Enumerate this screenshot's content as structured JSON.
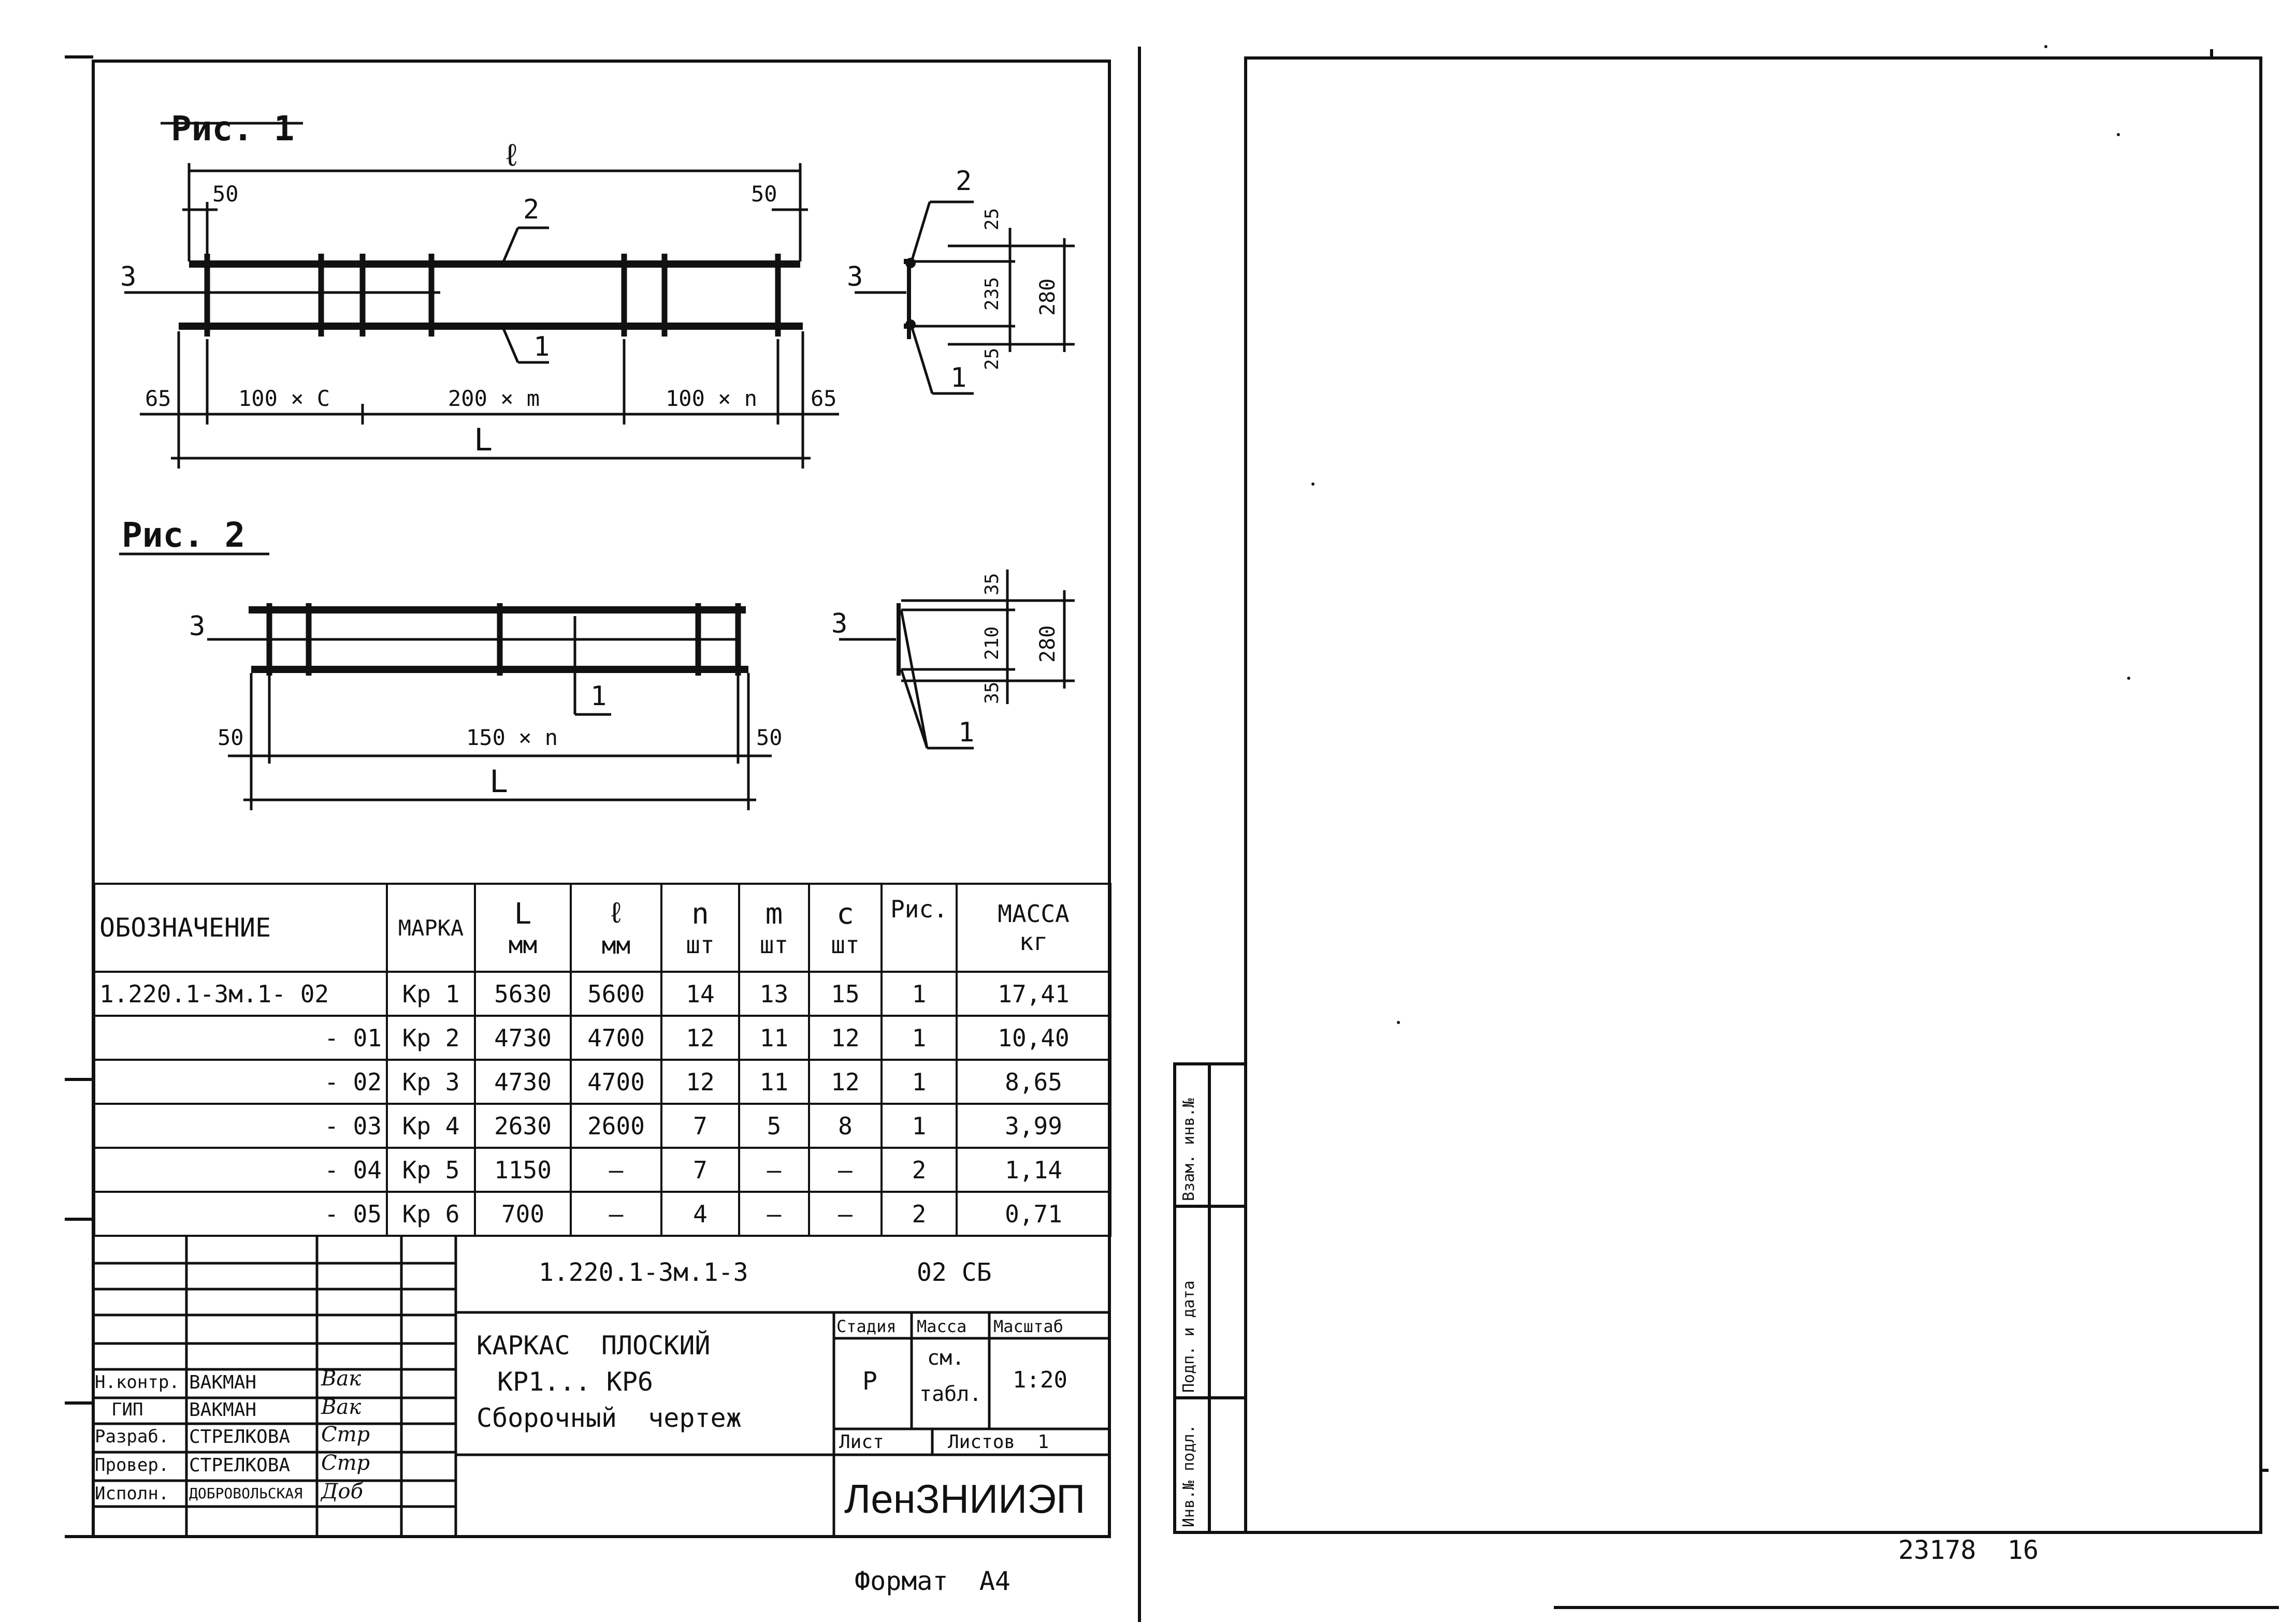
{
  "fig1": {
    "title": "Рис. 1",
    "dim_l": "ℓ",
    "dim_50_left": "50",
    "dim_50_right": "50",
    "pos_2": "2",
    "pos_3": "3",
    "pos_1": "1",
    "dim_65_left": "65",
    "dim_100c": "100 × С",
    "dim_200m": "200 × m",
    "dim_100n": "100 × n",
    "dim_65_right": "65",
    "dim_L": "L",
    "sec_pos_2": "2",
    "sec_pos_3": "3",
    "sec_pos_1": "1",
    "sec_25_top": "25",
    "sec_235": "235",
    "sec_25_bot": "25",
    "sec_280": "280"
  },
  "fig2": {
    "title": "Рис. 2",
    "pos_3": "3",
    "pos_1": "1",
    "dim_50_left": "50",
    "dim_150n": "150 × n",
    "dim_50_right": "50",
    "dim_L": "L",
    "sec_pos_3": "3",
    "sec_pos_1": "1",
    "sec_35_top": "35",
    "sec_210": "210",
    "sec_35_bot": "35",
    "sec_280": "280"
  },
  "spec_table": {
    "headers": {
      "designation": "ОБОЗНАЧЕНИЕ",
      "mark": "МАРКА",
      "L": "L",
      "L_unit": "мм",
      "l": "ℓ",
      "l_unit": "мм",
      "n": "n",
      "n_unit": "шт",
      "m": "m",
      "m_unit": "шт",
      "c": "с",
      "c_unit": "шт",
      "fig": "Рис.",
      "mass": "МАССА",
      "mass_unit": "кг"
    },
    "rows": [
      {
        "designation": "1.220.1-3м.1-  02",
        "mark": "Кр 1",
        "L": "5630",
        "l": "5600",
        "n": "14",
        "m": "13",
        "c": "15",
        "fig": "1",
        "mass": "17,41"
      },
      {
        "designation": "- 01",
        "mark": "Кр 2",
        "L": "4730",
        "l": "4700",
        "n": "12",
        "m": "11",
        "c": "12",
        "fig": "1",
        "mass": "10,40"
      },
      {
        "designation": "- 02",
        "mark": "Кр 3",
        "L": "4730",
        "l": "4700",
        "n": "12",
        "m": "11",
        "c": "12",
        "fig": "1",
        "mass": "8,65"
      },
      {
        "designation": "- 03",
        "mark": "Кр 4",
        "L": "2630",
        "l": "2600",
        "n": "7",
        "m": "5",
        "c": "8",
        "fig": "1",
        "mass": "3,99"
      },
      {
        "designation": "- 04",
        "mark": "Кр 5",
        "L": "1150",
        "l": "—",
        "n": "7",
        "m": "—",
        "c": "—",
        "fig": "2",
        "mass": "1,14"
      },
      {
        "designation": "- 05",
        "mark": "Кр 6",
        "L": "700",
        "l": "—",
        "n": "4",
        "m": "—",
        "c": "—",
        "fig": "2",
        "mass": "0,71"
      }
    ]
  },
  "title_block": {
    "doc_code": "1.220.1-3м.1-3",
    "doc_suffix": "02 СБ",
    "title_line1": "КАРКАС  ПЛОСКИЙ",
    "title_line2": "КР1... КР6",
    "title_line3": "Сборочный  чертеж",
    "stage_label": "Стадия",
    "mass_label": "Масса",
    "scale_label": "Масштаб",
    "stage_value": "Р",
    "mass_value_1": "см.",
    "mass_value_2": "табл.",
    "scale_value": "1:20",
    "sheet_label": "Лист",
    "sheets_label": "Листов  1",
    "org": "ЛенЗНИИЭП",
    "people": [
      {
        "role": "Н.контр.",
        "name": "ВАКМАН",
        "sign": "Вак"
      },
      {
        "role": "ГИП",
        "name": "ВАКМАН",
        "sign": "Вак"
      },
      {
        "role": "Разраб.",
        "name": "СТРЕЛКОВА",
        "sign": "Стр"
      },
      {
        "role": "Провер.",
        "name": "СТРЕЛКОВА",
        "sign": "Стр"
      },
      {
        "role": "Исполн.",
        "name": "ДОБРОВОЛЬСКАЯ",
        "sign": "Доб"
      }
    ]
  },
  "format_label": "Формат  А4",
  "side_stamp": {
    "inv_podl": "Инв.№ подл.",
    "podp_data": "Подп. и дата",
    "vzam_inv": "Взам. инв.№"
  },
  "sheet_number": "23178  16"
}
